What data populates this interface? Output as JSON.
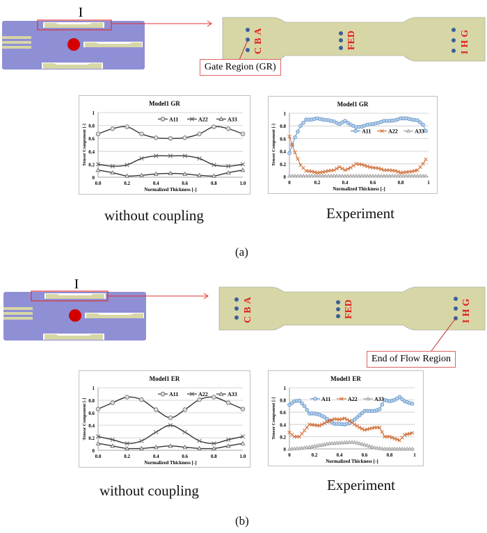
{
  "panel_a": {
    "label": "(a)",
    "section_label": "I",
    "callout": "Gate Region (GR)",
    "point_labels": [
      "CBA",
      "FED",
      "IHG"
    ],
    "caption_left": "without coupling",
    "caption_right": "Experiment"
  },
  "panel_b": {
    "label": "(b)",
    "section_label": "I",
    "callout": "End of Flow Region",
    "point_labels": [
      "CBA",
      "FED",
      "IHG"
    ],
    "caption_left": "without coupling",
    "caption_right": "Experiment"
  },
  "colors": {
    "mold": "#8f8fd6",
    "part": "#d7d6a6",
    "gate": "#d40000",
    "callout": "#e03030",
    "points": "#3a5f9a",
    "labels": "#e02020"
  },
  "chart_data": [
    {
      "type": "line",
      "style": "sim",
      "title": "Model1 GR",
      "xlabel": "Normalized Thickness [-]",
      "ylabel": "Tensor Component [-]",
      "xlim": [
        0,
        1
      ],
      "ylim": [
        0,
        1
      ],
      "grid": true,
      "legend": "top-right",
      "xticks": [
        "0.0",
        "0.2",
        "0.4",
        "0.6",
        "0.8",
        "1.0"
      ],
      "yticks": [
        "0",
        "0.2",
        "0.4",
        "0.6",
        "0.8",
        "1"
      ],
      "series": [
        {
          "name": "A11",
          "marker": "circle",
          "color": "#333333",
          "x": [
            0,
            0.1,
            0.2,
            0.3,
            0.4,
            0.5,
            0.6,
            0.7,
            0.8,
            0.9,
            1.0
          ],
          "y": [
            0.67,
            0.75,
            0.78,
            0.67,
            0.61,
            0.6,
            0.61,
            0.67,
            0.78,
            0.75,
            0.67
          ]
        },
        {
          "name": "A22",
          "marker": "x",
          "color": "#333333",
          "x": [
            0,
            0.1,
            0.2,
            0.3,
            0.4,
            0.5,
            0.6,
            0.7,
            0.8,
            0.9,
            1.0
          ],
          "y": [
            0.2,
            0.17,
            0.19,
            0.29,
            0.33,
            0.33,
            0.33,
            0.29,
            0.19,
            0.17,
            0.2
          ]
        },
        {
          "name": "A33",
          "marker": "triangle",
          "color": "#333333",
          "x": [
            0,
            0.1,
            0.2,
            0.3,
            0.4,
            0.5,
            0.6,
            0.7,
            0.8,
            0.9,
            1.0
          ],
          "y": [
            0.11,
            0.07,
            0.02,
            0.03,
            0.05,
            0.06,
            0.05,
            0.03,
            0.02,
            0.07,
            0.11
          ]
        }
      ]
    },
    {
      "type": "line",
      "style": "exp",
      "title": "Model1 GR",
      "xlabel": "Normalized Thickness [-]",
      "ylabel": "Tensor Component [-]",
      "xlim": [
        0,
        1
      ],
      "ylim": [
        0,
        1
      ],
      "grid": true,
      "legend": "center-right",
      "xticks": [
        "0",
        "0.2",
        "0.4",
        "0.6",
        "0.8",
        "1"
      ],
      "yticks": [
        "0",
        "0.2",
        "0.4",
        "0.6",
        "0.8",
        "1"
      ],
      "series": [
        {
          "name": "A11",
          "marker": "circle",
          "color": "#5b8fc7",
          "x": [
            0,
            0.04,
            0.08,
            0.12,
            0.16,
            0.2,
            0.24,
            0.28,
            0.32,
            0.36,
            0.4,
            0.44,
            0.48,
            0.52,
            0.56,
            0.6,
            0.64,
            0.68,
            0.72,
            0.76,
            0.8,
            0.84,
            0.88,
            0.92,
            0.96,
            0.98
          ],
          "y": [
            0.37,
            0.62,
            0.8,
            0.9,
            0.9,
            0.92,
            0.9,
            0.89,
            0.87,
            0.83,
            0.88,
            0.82,
            0.78,
            0.79,
            0.82,
            0.83,
            0.85,
            0.88,
            0.88,
            0.89,
            0.92,
            0.92,
            0.9,
            0.89,
            0.82,
            0.72
          ]
        },
        {
          "name": "A22",
          "marker": "x",
          "color": "#d0703a",
          "x": [
            0,
            0.04,
            0.08,
            0.12,
            0.16,
            0.2,
            0.24,
            0.28,
            0.32,
            0.36,
            0.4,
            0.44,
            0.48,
            0.52,
            0.56,
            0.6,
            0.64,
            0.68,
            0.72,
            0.76,
            0.8,
            0.84,
            0.88,
            0.92,
            0.96,
            0.98
          ],
          "y": [
            0.63,
            0.38,
            0.18,
            0.09,
            0.08,
            0.06,
            0.07,
            0.09,
            0.1,
            0.15,
            0.1,
            0.14,
            0.2,
            0.19,
            0.16,
            0.14,
            0.13,
            0.1,
            0.1,
            0.09,
            0.06,
            0.07,
            0.08,
            0.1,
            0.2,
            0.27
          ]
        },
        {
          "name": "A33",
          "marker": "triangle",
          "color": "#999999",
          "x": [
            0,
            0.2,
            0.4,
            0.6,
            0.8,
            0.98
          ],
          "y": [
            0.01,
            0.01,
            0.01,
            0.01,
            0.01,
            0.01
          ]
        }
      ]
    },
    {
      "type": "line",
      "style": "sim",
      "title": "Model1 ER",
      "xlabel": "Normalized Thickness [-]",
      "ylabel": "Tensor Component [-]",
      "xlim": [
        0,
        1
      ],
      "ylim": [
        0,
        1
      ],
      "grid": true,
      "legend": "top-right",
      "xticks": [
        "0.0",
        "0.2",
        "0.4",
        "0.6",
        "0.8",
        "1.0"
      ],
      "yticks": [
        "0",
        "0.2",
        "0.4",
        "0.6",
        "0.8",
        "1"
      ],
      "series": [
        {
          "name": "A11",
          "marker": "circle",
          "color": "#333333",
          "x": [
            0,
            0.1,
            0.2,
            0.3,
            0.4,
            0.5,
            0.6,
            0.7,
            0.8,
            0.9,
            1.0
          ],
          "y": [
            0.66,
            0.76,
            0.85,
            0.81,
            0.65,
            0.52,
            0.65,
            0.81,
            0.85,
            0.76,
            0.66
          ]
        },
        {
          "name": "A22",
          "marker": "x",
          "color": "#333333",
          "x": [
            0,
            0.1,
            0.2,
            0.3,
            0.4,
            0.5,
            0.6,
            0.7,
            0.8,
            0.9,
            1.0
          ],
          "y": [
            0.22,
            0.17,
            0.11,
            0.15,
            0.29,
            0.4,
            0.29,
            0.15,
            0.11,
            0.17,
            0.22
          ]
        },
        {
          "name": "A33",
          "marker": "triangle",
          "color": "#333333",
          "x": [
            0,
            0.1,
            0.2,
            0.3,
            0.4,
            0.5,
            0.6,
            0.7,
            0.8,
            0.9,
            1.0
          ],
          "y": [
            0.11,
            0.07,
            0.03,
            0.03,
            0.05,
            0.07,
            0.05,
            0.03,
            0.03,
            0.07,
            0.11
          ]
        }
      ]
    },
    {
      "type": "line",
      "style": "exp",
      "title": "Model1 ER",
      "xlabel": "Normalized Thickness [-]",
      "ylabel": "Tensor Component [-]",
      "xlim": [
        0,
        1
      ],
      "ylim": [
        0,
        1
      ],
      "grid": true,
      "legend": "top-center",
      "xticks": [
        "0",
        "0.2",
        "0.4",
        "0.6",
        "0.8",
        "1"
      ],
      "yticks": [
        "0",
        "0.2",
        "0.4",
        "0.6",
        "0.8",
        "1"
      ],
      "series": [
        {
          "name": "A11",
          "marker": "circle",
          "color": "#5b8fc7",
          "x": [
            0,
            0.04,
            0.08,
            0.12,
            0.16,
            0.2,
            0.24,
            0.28,
            0.32,
            0.36,
            0.4,
            0.44,
            0.48,
            0.52,
            0.56,
            0.6,
            0.64,
            0.68,
            0.72,
            0.76,
            0.8,
            0.84,
            0.88,
            0.92,
            0.96,
            0.98
          ],
          "y": [
            0.72,
            0.78,
            0.79,
            0.7,
            0.58,
            0.58,
            0.56,
            0.52,
            0.46,
            0.41,
            0.41,
            0.4,
            0.42,
            0.48,
            0.55,
            0.62,
            0.62,
            0.62,
            0.65,
            0.8,
            0.78,
            0.8,
            0.85,
            0.78,
            0.75,
            0.74
          ]
        },
        {
          "name": "A22",
          "marker": "x",
          "color": "#d0703a",
          "x": [
            0,
            0.04,
            0.08,
            0.12,
            0.16,
            0.2,
            0.24,
            0.28,
            0.32,
            0.36,
            0.4,
            0.44,
            0.48,
            0.52,
            0.56,
            0.6,
            0.64,
            0.68,
            0.72,
            0.76,
            0.8,
            0.84,
            0.88,
            0.92,
            0.96,
            0.98
          ],
          "y": [
            0.27,
            0.2,
            0.2,
            0.3,
            0.4,
            0.39,
            0.38,
            0.42,
            0.46,
            0.49,
            0.48,
            0.5,
            0.46,
            0.4,
            0.35,
            0.31,
            0.33,
            0.35,
            0.35,
            0.2,
            0.2,
            0.17,
            0.14,
            0.23,
            0.25,
            0.26
          ]
        },
        {
          "name": "A33",
          "marker": "triangle",
          "color": "#999999",
          "x": [
            0,
            0.08,
            0.16,
            0.24,
            0.32,
            0.4,
            0.48,
            0.52,
            0.6,
            0.68,
            0.76,
            0.88,
            0.98
          ],
          "y": [
            0,
            0.01,
            0.03,
            0.06,
            0.09,
            0.1,
            0.11,
            0.11,
            0.07,
            0.02,
            0,
            0,
            0
          ]
        }
      ]
    }
  ]
}
